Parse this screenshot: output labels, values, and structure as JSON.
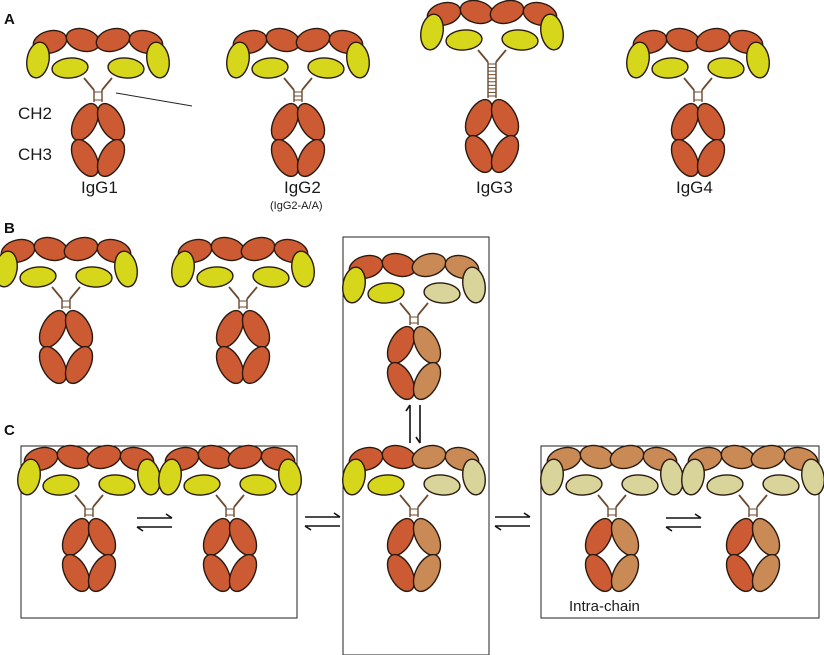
{
  "panels": {
    "a": "A",
    "b": "B",
    "c": "C"
  },
  "domain_labels": {
    "ch2": "CH2",
    "ch3": "CH3"
  },
  "isotypes": [
    {
      "name": "IgG1",
      "note": ""
    },
    {
      "name": "IgG2",
      "note": "(IgG2-A/A)"
    },
    {
      "name": "IgG3",
      "note": ""
    },
    {
      "name": "IgG4",
      "note": ""
    }
  ],
  "intra_chain_label": "Intra-chain",
  "colors": {
    "heavy": "#cc5a32",
    "heavy_light": "#c98a56",
    "light": "#d6d61a",
    "light_pale": "#d8d49a",
    "outline": "#2a1a10",
    "hinge": "#6b4a30"
  }
}
